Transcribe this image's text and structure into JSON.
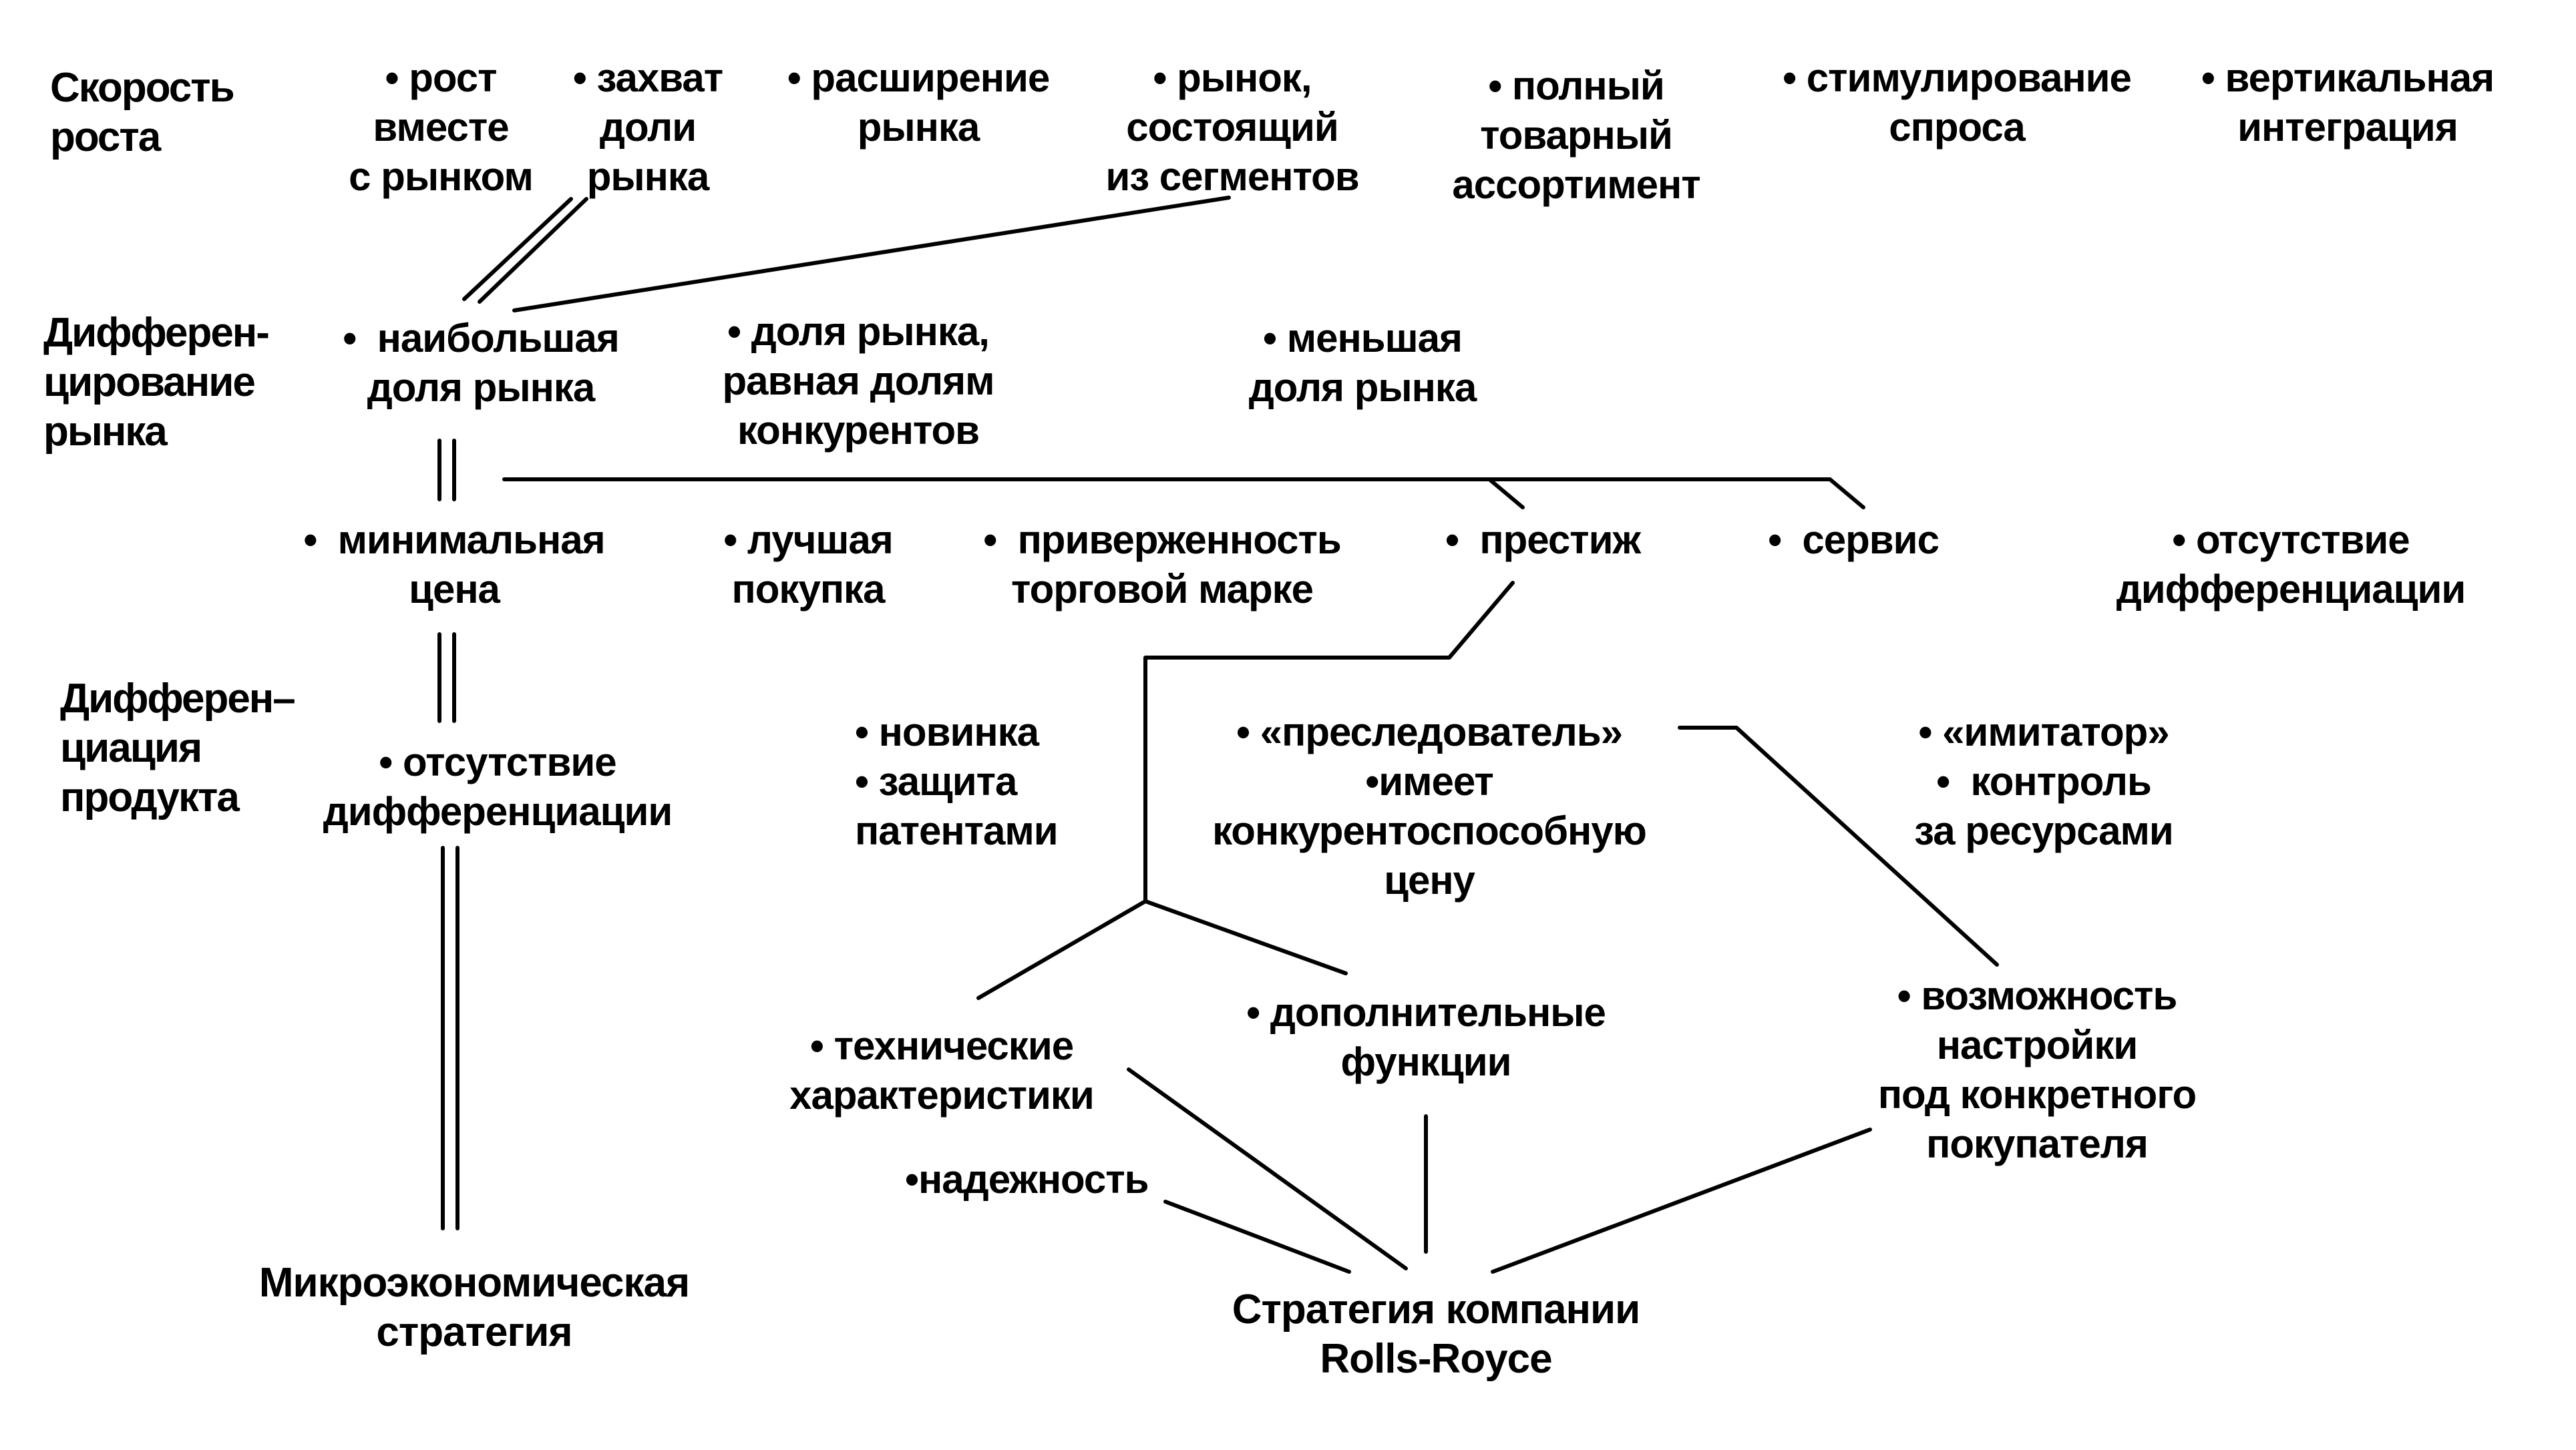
{
  "rows": {
    "growth_rate": "Скорость\nроста",
    "market_differentiation": "Дифферен-\nцирование\nрынка",
    "product_differentiation": "Дифферен–\nциация\nпродукта"
  },
  "growth": {
    "grow_with_market": "• рост\nвместе\nс рынком",
    "capture_share": "• захват\nдоли\nрынка",
    "market_expansion": "• расширение\nрынка",
    "segmented_market": "• рынок,\nсостоящий\nиз сегментов",
    "full_assortment": "• полный\nтоварный\nассортимент",
    "demand_stimulation": "• стимулирование\nспроса",
    "vertical_integration": "• вертикальная\nинтеграция"
  },
  "market": {
    "largest_share": "•  наибольшая\nдоля рынка",
    "equal_share": "• доля рынка,\nравная долям\nконкурентов",
    "smaller_share": "• меньшая\nдоля рынка"
  },
  "differentiation": {
    "minimal_price": "•  минимальная\nцена",
    "best_buy": "• лучшая\nпокупка",
    "brand_loyalty": "•  приверженность\nторговой марке",
    "prestige": "•  престиж",
    "service": "•  сервис",
    "no_differentiation_top": "• отсутствие\nдифференциации"
  },
  "product": {
    "no_differentiation": "• отсутствие\nдифференциации",
    "novelty": "• новинка\n• защита\nпатентами",
    "follower": "• «преследователь»\n•имеет\nконкурентоспособную\nцену",
    "imitator": "• «имитатор»\n•  контроль\nза ресурсами"
  },
  "features": {
    "technical": "• технические\nхарактеристики",
    "additional": "• дополнительные\nфункции",
    "customization": "• возможность\nнастройки\nпод конкретного\nпокупателя",
    "reliability": "•надежность"
  },
  "strategies": {
    "micro": "Микроэкономическая\nстратегия",
    "rolls_royce": "Стратегия компании\nRolls-Royce"
  }
}
